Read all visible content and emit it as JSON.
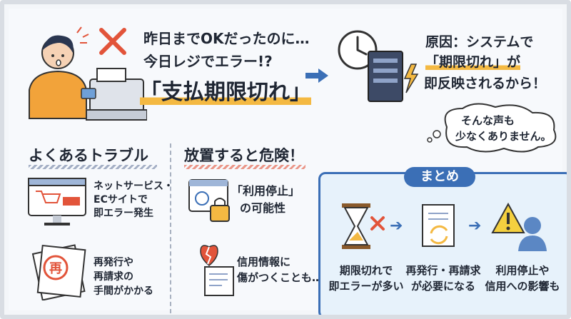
{
  "top": {
    "line1": "昨日までOKだったのに…",
    "line2": "今日レジでエラー!?",
    "emphasis": "「支払期限切れ」",
    "cause_title": "原因：システムで",
    "cause_line2": "「期限切れ」が",
    "cause_line3": "即反映されるから！",
    "bubble_line1": "そんな声も",
    "bubble_line2": "少なくありません。"
  },
  "trouble": {
    "title": "よくあるトラブル",
    "item1_l1": "ネットサービス・",
    "item1_l2": "ECサイトで",
    "item1_l3": "即エラー発生",
    "item2_l1": "再発行や",
    "item2_l2": "再請求の",
    "item2_l3": "手間がかかる",
    "stamp": "再"
  },
  "danger": {
    "title": "放置すると危険！",
    "item1_l1": "「利用停止」",
    "item1_l2": "の可能性",
    "item2_l1": "信用情報に",
    "item2_l2": "傷がつくことも…"
  },
  "summary": {
    "title": "まとめ",
    "col1_l1": "期限切れで",
    "col1_l2": "即エラーが多い",
    "col2_l1": "再発行・再請求",
    "col2_l2": "が必要になる",
    "col3_l1": "利用停止や",
    "col3_l2": "信用への影響も"
  },
  "colors": {
    "accent_blue": "#3b6fb6",
    "alert_red": "#e2543a",
    "highlight_orange": "#f4b942"
  },
  "icons": [
    "person-icon",
    "cash-register-icon",
    "x-mark-icon",
    "arrow-right-icon",
    "clock-icon",
    "server-icon",
    "lightning-icon",
    "speech-bubble-icon",
    "monitor-cart-icon",
    "stamp-document-icon",
    "browser-lock-icon",
    "broken-heart-document-icon",
    "hourglass-icon",
    "document-refresh-icon",
    "warning-user-icon"
  ]
}
